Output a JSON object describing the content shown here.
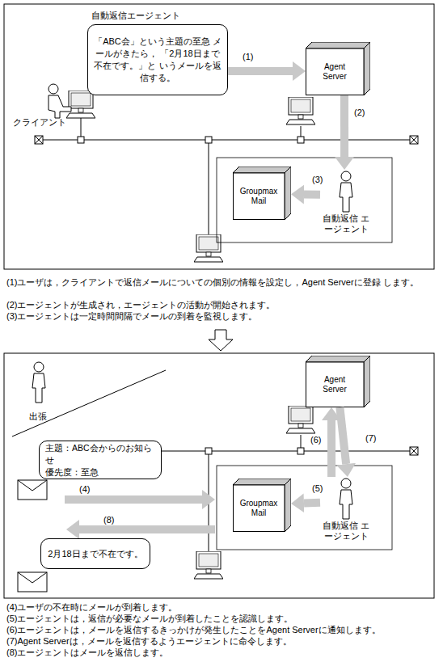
{
  "diagram": {
    "nodes": [
      {
        "text": [
          "自動返信エージェント",
          "「ABC会」という主題の至急 メールがきたら， 「2月18日まで不在です。」と いうメールを返信する。"
        ]
      },
      {
        "text": [
          "Agent Server"
        ]
      },
      {
        "text": [
          "Groupmax Mail"
        ]
      },
      {
        "text": [
          "自動返信 エージェント"
        ]
      },
      {
        "text": [
          "Agent Server"
        ]
      },
      {
        "text": [
          "主題：ABC会からのお知らせ",
          "優先度：至急"
        ]
      },
      {
        "text": [
          "Groupmax Mail"
        ]
      },
      {
        "text": [
          "自動返信 エージェント"
        ]
      },
      {
        "text": [
          "2月18日まで不在です。"
        ]
      }
    ],
    "edges": [
      {
        "from": 0,
        "to": 1,
        "arrow": "to",
        "label": "(1)"
      },
      {
        "from": 1,
        "to": 3,
        "arrow": "to",
        "label": "(2)"
      },
      {
        "from": 3,
        "to": 2,
        "arrow": "to",
        "label": "(3)"
      },
      {
        "from": 7,
        "to": 6,
        "arrow": "to",
        "label": "(5)"
      },
      {
        "from": 7,
        "to": 4,
        "arrow": "to",
        "label": "(6)"
      },
      {
        "from": 4,
        "to": 7,
        "arrow": "to",
        "label": "(7)"
      }
    ],
    "labels": [
      "クライアント",
      "(1)ユーザは，クライアントで返信メールについての個別の情報を設定し，Agent Serverに登録 します。",
      "(2)エージェントが生成され，エージェントの活動が開始されます。",
      "(3)エージェントは一定時間間隔でメールの到着を監視します。",
      "出張",
      "(4)",
      "(8)",
      "(4)ユーザの不在時にメールが到着します。",
      "(5)エージェントは，返信が必要なメールが到着したことを認識します。",
      "(6)エージェントは，メールを返信するきっかけが発生したことをAgent Serverに通知します。",
      "(7)Agent Serverは，メールを返信するようエージェントに命令します。",
      "(8)エージェントはメールを返信します。"
    ]
  }
}
